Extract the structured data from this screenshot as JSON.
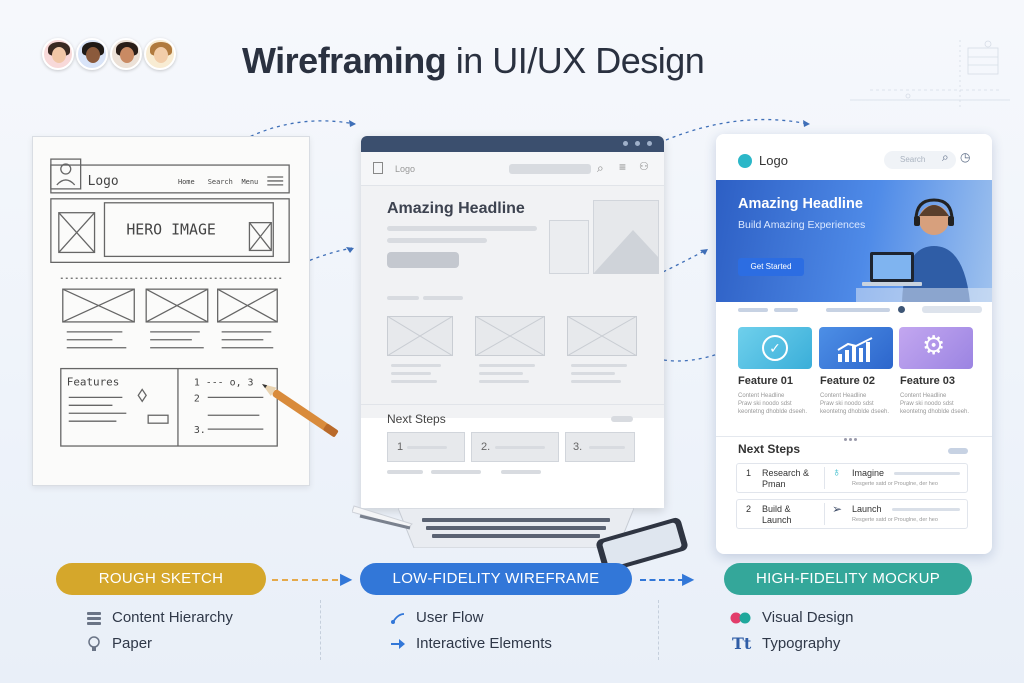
{
  "header": {
    "title_bold": "Wireframing",
    "title_rest": " in UI/UX Design"
  },
  "avatars": [
    {
      "hair": "#3a2a22",
      "skin": "#f1c7a6",
      "ring": "#f4a6a6"
    },
    {
      "hair": "#1f1a17",
      "skin": "#8b5a3c",
      "ring": "#9bb6e8"
    },
    {
      "hair": "#2a1e18",
      "skin": "#c98a63",
      "ring": "#c7b3a0"
    },
    {
      "hair": "#b07a3e",
      "skin": "#f2cda9",
      "ring": "#f2d39a"
    }
  ],
  "sketch": {
    "logo": "Logo",
    "nav": [
      "Home",
      "Search",
      "Menu"
    ],
    "hero": "HERO IMAGE",
    "features": "Features",
    "list": [
      "1 --- o, 3",
      "2",
      "3"
    ]
  },
  "lofi": {
    "logo": "Logo",
    "headline": "Amazing Headline",
    "next_steps": "Next Steps",
    "steps": [
      "1",
      "2.",
      "3."
    ]
  },
  "hifi": {
    "logo": "Logo",
    "search_placeholder": "Search",
    "headline": "Amazing Headline",
    "subheadline": "Build Amazing Experiences",
    "cta": "Get Started",
    "features": [
      {
        "title": "Feature 01",
        "desc": "Content Headline\nPraw ski noodo sdst\nkeontetng dhoblde dseeh.",
        "color": "#5cc4e6"
      },
      {
        "title": "Feature 02",
        "desc": "Content Headline\nPraw ski noodo sdst\nkeontetng dhoblde dseeh.",
        "color": "#4d8fe6"
      },
      {
        "title": "Feature 03",
        "desc": "Content Headline\nPraw ski noodo sdst\nkeontetng dhoblde dseeh.",
        "color": "#a98be2"
      }
    ],
    "next_steps": "Next Steps",
    "steps": [
      {
        "num": "1",
        "label": "Research &\nPman",
        "action": "Imagine",
        "detail": "Resgerte satd or Prouglne, der heo"
      },
      {
        "num": "2",
        "label": "Build &\nLaunch",
        "action": "Launch",
        "detail": "Resgerte satd or Prouglne, der heo"
      }
    ]
  },
  "stages": [
    {
      "label": "ROUGH SKETCH",
      "color": "#d5a72b",
      "items": [
        {
          "icon": "stack-icon",
          "text": "Content Hierarchy"
        },
        {
          "icon": "lightbulb-icon",
          "text": "Paper"
        }
      ]
    },
    {
      "label": "LOW-FIDELITY WIREFRAME",
      "color": "#3277d8",
      "items": [
        {
          "icon": "flow-icon",
          "text": "User Flow"
        },
        {
          "icon": "arrow-right-icon",
          "text": "Interactive Elements"
        }
      ]
    },
    {
      "label": "HIGH-FIDELITY MOCKUP",
      "color": "#34a79a",
      "items": [
        {
          "icon": "color-dots-icon",
          "text": "Visual Design"
        },
        {
          "icon": "typography-icon",
          "text": "Typography"
        }
      ]
    }
  ]
}
